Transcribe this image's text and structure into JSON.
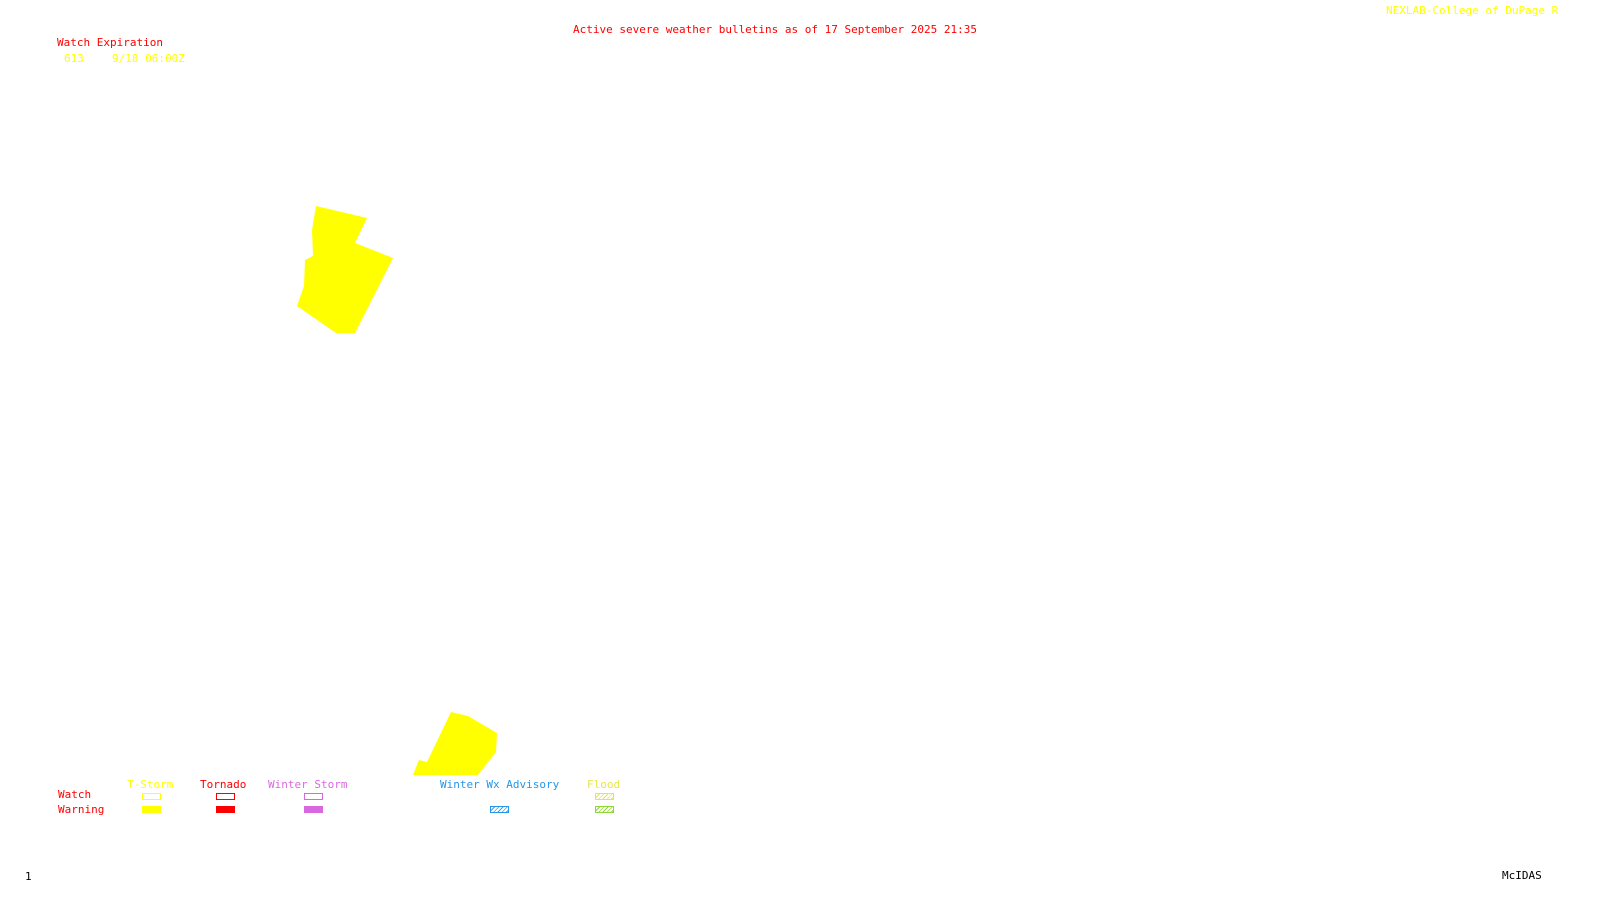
{
  "header": {
    "title": "Active severe weather bulletins as of 17 September 2025 21:35",
    "credit": "NEXLAB-College of DuPage R",
    "title_color": "#ff0000",
    "credit_color": "#ffff00"
  },
  "watch_expiration": {
    "heading": "Watch Expiration",
    "heading_color": "#ff0000",
    "entries": [
      {
        "number": "613",
        "expires": "9/18 06:00Z",
        "color": "#ffff00"
      }
    ]
  },
  "map": {
    "polygons": [
      {
        "type": "T-Storm Warning",
        "color": "#ffff00"
      },
      {
        "type": "T-Storm Warning",
        "color": "#ffff00"
      }
    ]
  },
  "legend": {
    "row_labels": {
      "watch": "Watch",
      "warning": "Warning",
      "color": "#ff0000"
    },
    "categories": [
      {
        "label": "T-Storm",
        "color": "#ffff00",
        "watch_style": "outline",
        "warning_style": "filled"
      },
      {
        "label": "Tornado",
        "color": "#ff0000",
        "watch_style": "outline",
        "warning_style": "filled"
      },
      {
        "label": "Winter Storm",
        "color": "#d968e0",
        "watch_style": "outline",
        "warning_style": "filled"
      },
      {
        "label": "Winter Wx Advisory",
        "color": "#2596e8",
        "watch_style": "none",
        "warning_style": "hatched"
      },
      {
        "label": "Flood",
        "color": "#e6e64a",
        "watch_style": "hatched",
        "warning_style": "hatched-green"
      }
    ]
  },
  "footer": {
    "frame_number": "1",
    "software": "McIDAS",
    "color": "#000000"
  }
}
